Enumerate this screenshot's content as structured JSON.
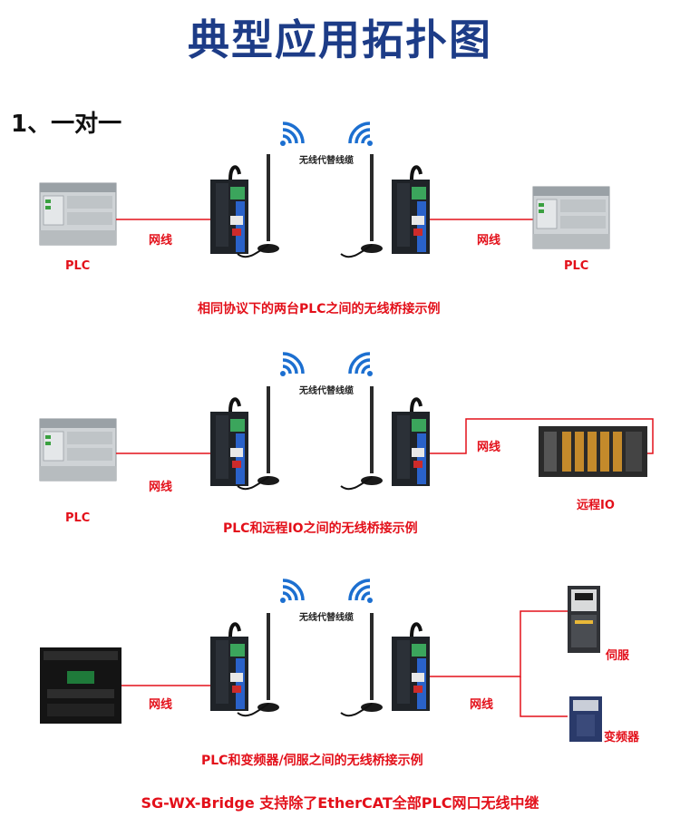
{
  "title": "典型应用拓扑图",
  "section1_label": "1、一对一",
  "wireless_label": "无线代替线缆",
  "cable_label": "网线",
  "scenarios": [
    {
      "left_device": "PLC",
      "right_device": "PLC",
      "caption": "相同协议下的两台PLC之间的无线桥接示例"
    },
    {
      "left_device": "PLC",
      "right_device": "远程IO",
      "caption": "PLC和远程IO之间的无线桥接示例"
    },
    {
      "right_device_top": "伺服",
      "right_device_bottom": "变频器",
      "caption": "PLC和变频器/伺服之间的无线桥接示例"
    }
  ],
  "footer": "SG-WX-Bridge 支持除了EtherCAT全部PLC网口无线中继",
  "colors": {
    "title": "#1d3c87",
    "accent_red": "#e3101a",
    "wifi_blue": "#1c6fd0",
    "bridge_blue": "#2a62c9"
  }
}
